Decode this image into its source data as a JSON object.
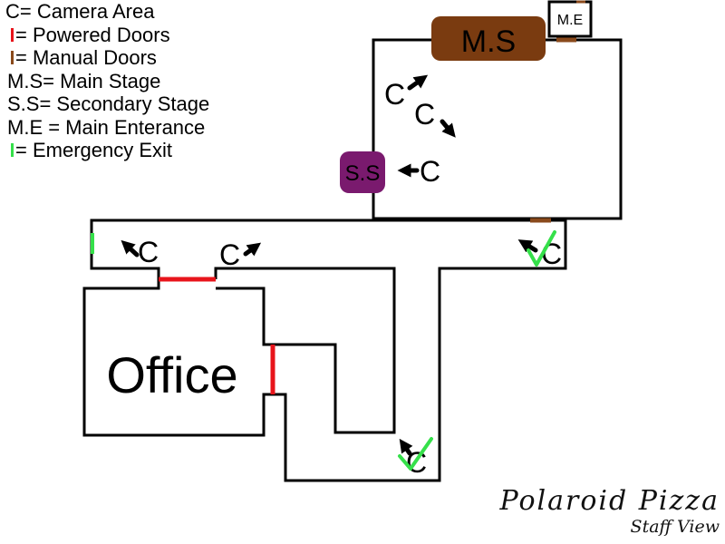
{
  "legend": [
    {
      "key": "C",
      "text": "C= Camera Area",
      "marker": null
    },
    {
      "key": "powered",
      "text": "= Powered Doors",
      "marker": "#e8141b"
    },
    {
      "key": "manual",
      "text": "= Manual Doors",
      "marker": "#8a4a1c"
    },
    {
      "key": "ms",
      "text": "M.S= Main Stage",
      "marker": null
    },
    {
      "key": "ss",
      "text": "S.S= Secondary Stage",
      "marker": null
    },
    {
      "key": "me",
      "text": "M.E = Main Enterance",
      "marker": null
    },
    {
      "key": "exit",
      "text": "= Emergency Exit",
      "marker": "#35e04a"
    }
  ],
  "rooms": {
    "office": "Office",
    "main_stage": "M.S",
    "secondary_stage": "S.S",
    "main_entrance": "M.E"
  },
  "camera_label": "C",
  "brand": {
    "title": "Polaroid Pizza",
    "subtitle": "Staff View"
  },
  "colors": {
    "wall": "#000000",
    "powered_door": "#e8141b",
    "manual_door": "#8a4a1c",
    "emergency_exit": "#35e04a",
    "main_stage": "#7a3b10",
    "secondary_stage": "#7a1a6e",
    "check": "#35e04a"
  }
}
